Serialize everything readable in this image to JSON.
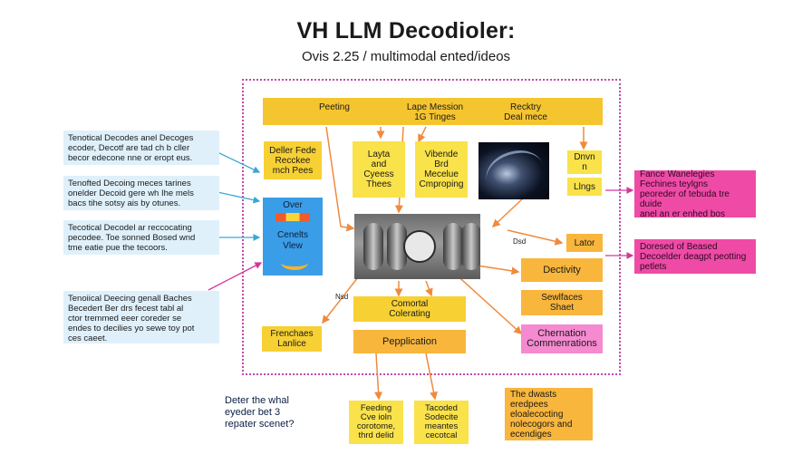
{
  "title": "VH LLM Decodioler:",
  "subtitle": "Ovis 2.25 / multimodal ented/ideos",
  "top_bar": {
    "left": "Peeting",
    "center_line1": "Lape Mession",
    "center_line2": "1G Tinges",
    "right_line1": "Recktry",
    "right_line2": "Deal mece"
  },
  "left_notes": [
    [
      "Tenotical Decodes anel Decoges",
      "ecoder, Decotf are tad ch b cller",
      "becor edecone nne or eropt eus."
    ],
    [
      "Tenofted Decoing meces tarines",
      "onelder Decoid gere wh Ihe mels",
      "bacs tihe sotsy ais by otunes."
    ],
    [
      "Tecotical Decodel ar reccocating",
      "pecodee. Toe sonned Bosed wnd",
      "tme eatie pue the tecoors."
    ],
    [
      "Tenoiical Deecing genall Baches",
      "Becedert Ber drs fecest tabl al",
      "ctor tremmed eeer coreder se",
      "endes to decilies yo sewe toy pot",
      "ces caeet."
    ]
  ],
  "boxes": {
    "dealer": [
      "Deller Fede",
      "Recckee",
      "mch Pees"
    ],
    "layte": [
      "Layta",
      "and",
      "Cyeess",
      "Thees"
    ],
    "vibrance": [
      "Vibende",
      "Brd",
      "Mecelue",
      "Cmproping"
    ],
    "blue_card": [
      "Over",
      "Cenelts",
      "Vlew"
    ],
    "drum_a": [
      "Dnvn",
      "n"
    ],
    "drum_b": "Llngs",
    "later": "Lator",
    "dectivity": "Dectivity",
    "sewrfaces": [
      "Sewlfaces",
      "Shaet"
    ],
    "chernation": [
      "Chernation",
      "Commenrations"
    ],
    "comortal": [
      "Comortal",
      "Colerating"
    ],
    "franchises": [
      "Frenchaes",
      "Lanlice"
    ],
    "pepplication": "Pepplication",
    "feeding": [
      "Feeding",
      "Cve ioln",
      "corotome,",
      "thrd delid"
    ],
    "tacoded": [
      "Tacoded",
      "Sodecite",
      "meantes",
      "cecotcal"
    ]
  },
  "right_notes": {
    "upper": [
      "Fance Wanelegies",
      "Fechines teylgns",
      "peoreder of tebuda tre duide",
      "anel an er enhed bos"
    ],
    "lower": [
      "Doresed of Beased",
      "Decoelder deagpt peotting",
      "petlets"
    ]
  },
  "small_labels": {
    "mid": "Dsd",
    "left_mid": "Nsd"
  },
  "bottom_notes": {
    "left": [
      "Deter the whal",
      "eyeder bet 3",
      "repater scenet?"
    ],
    "right": [
      "The dwasts",
      "eredpees",
      "eloalecocting",
      "nolecogors and",
      "ecendiges"
    ]
  },
  "colors": {
    "yellow": "#f7d034",
    "orange": "#f8b63d",
    "pink": "#f04aa7",
    "note_blue": "#dff0fb",
    "frame": "#c24aa8",
    "arrow_orange": "#f08a3c",
    "arrow_blue": "#3aa7d6",
    "arrow_pink": "#d2379a"
  }
}
